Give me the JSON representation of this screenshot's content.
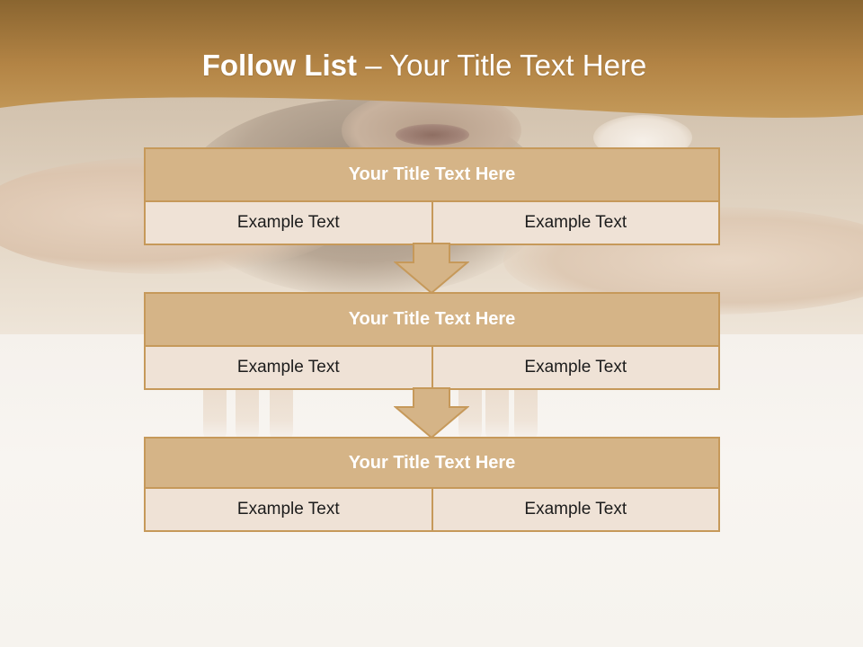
{
  "header": {
    "title_bold": "Follow List",
    "title_rest": " – Your Title Text Here"
  },
  "follow_list": [
    {
      "title": "Your Title Text Here",
      "left": "Example Text",
      "right": "Example Text"
    },
    {
      "title": "Your Title Text Here",
      "left": "Example Text",
      "right": "Example Text"
    },
    {
      "title": "Your Title Text Here",
      "left": "Example Text",
      "right": "Example Text"
    }
  ],
  "colors": {
    "header_dark": "#8a6530",
    "header_light": "#c49a5a",
    "title_fill": "#d5b487",
    "cell_fill": "#efe2d6",
    "border": "#c6995a"
  }
}
